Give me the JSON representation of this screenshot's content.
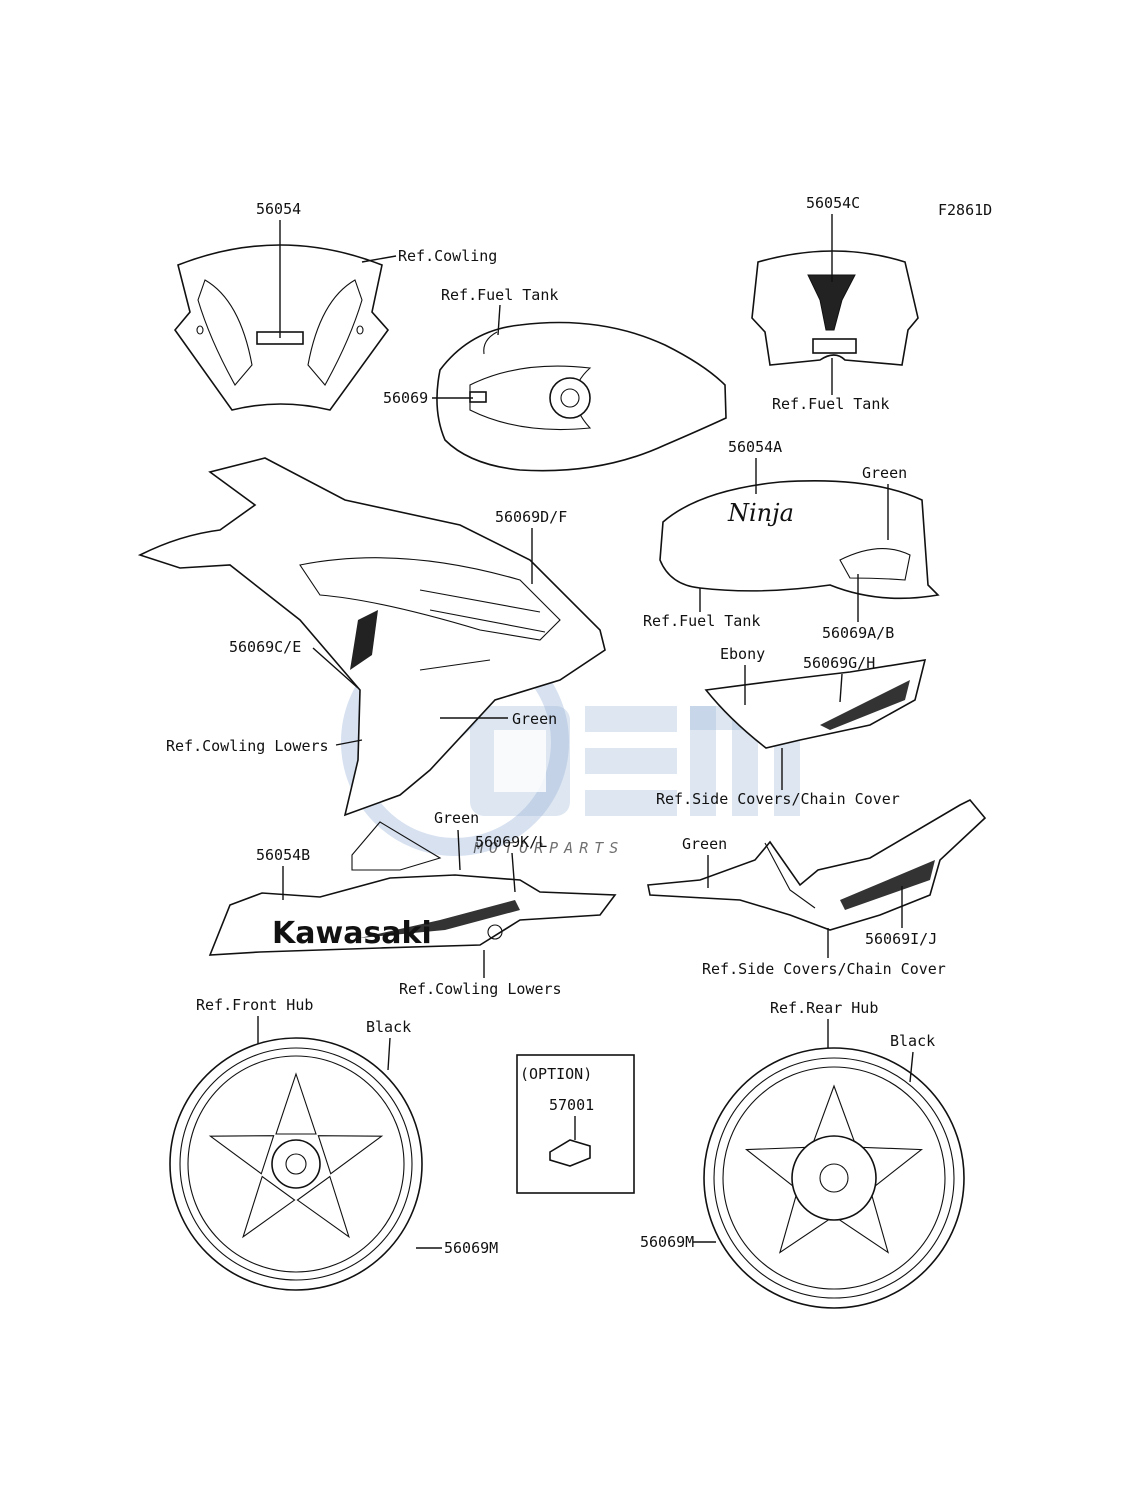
{
  "figure_code": "F2861D",
  "watermark": {
    "logo_text": "OEM",
    "sub_text": "MOTORPARTS"
  },
  "parts": {
    "p56054": "56054",
    "p56054C": "56054C",
    "p56054A": "56054A",
    "p56054B": "56054B",
    "p56069": "56069",
    "p56069DF": "56069D/F",
    "p56069CE": "56069C/E",
    "p56069AB": "56069A/B",
    "p56069GH": "56069G/H",
    "p56069KL": "56069K/L",
    "p56069IJ": "56069I/J",
    "p56069M_front": "56069M",
    "p56069M_rear": "56069M",
    "p57001": "57001"
  },
  "refs": {
    "cowling": "Ref.Cowling",
    "fuel_tank_top": "Ref.Fuel Tank",
    "fuel_tank_right": "Ref.Fuel Tank",
    "fuel_tank_mid": "Ref.Fuel Tank",
    "cowling_lowers_left": "Ref.Cowling Lowers",
    "cowling_lowers_bottom": "Ref.Cowling Lowers",
    "side_covers_1": "Ref.Side Covers/Chain Cover",
    "side_covers_2": "Ref.Side Covers/Chain Cover",
    "front_hub": "Ref.Front Hub",
    "rear_hub": "Ref.Rear Hub"
  },
  "colors_labels": {
    "green_tank": "Green",
    "green_cowl": "Green",
    "green_lower": "Green",
    "green_side": "Green",
    "ebony": "Ebony",
    "black_front": "Black",
    "black_rear": "Black"
  },
  "option_box": {
    "title": "(OPTION)"
  },
  "decal_texts": {
    "kawasaki": "Kawasaki",
    "ninja": "Ninja"
  },
  "accent_colors": {
    "line": "#111111",
    "watermark": "#6f93c8"
  }
}
